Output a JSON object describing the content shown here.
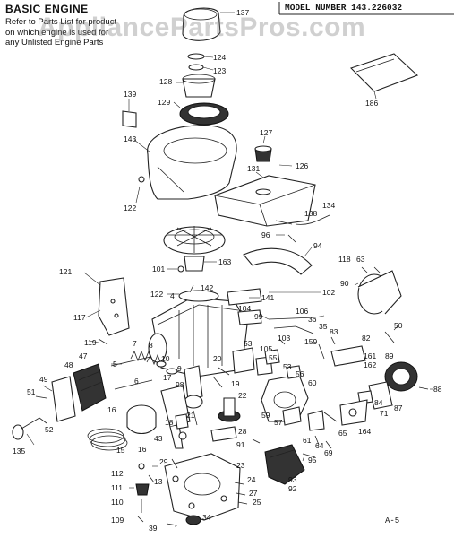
{
  "header": {
    "title": "BASIC ENGINE",
    "note_lines": [
      "Refer to Parts List for product",
      "on which engine is used for",
      "any Unlisted Engine Parts"
    ],
    "model": "MODEL NUMBER 143.226032"
  },
  "watermark": "AppliancePartsPros.com",
  "page_ref": "A-5",
  "callouts": [
    {
      "id": "137",
      "label": "137"
    },
    {
      "id": "124",
      "label": "124"
    },
    {
      "id": "123",
      "label": "123"
    },
    {
      "id": "128",
      "label": "128"
    },
    {
      "id": "129",
      "label": "129"
    },
    {
      "id": "139",
      "label": "139"
    },
    {
      "id": "143",
      "label": "143"
    },
    {
      "id": "122a",
      "label": "122"
    },
    {
      "id": "127",
      "label": "127"
    },
    {
      "id": "131",
      "label": "131"
    },
    {
      "id": "126",
      "label": "126"
    },
    {
      "id": "186",
      "label": "186"
    },
    {
      "id": "138",
      "label": "138"
    },
    {
      "id": "134",
      "label": "134"
    },
    {
      "id": "96",
      "label": "96"
    },
    {
      "id": "94",
      "label": "94"
    },
    {
      "id": "118",
      "label": "118"
    },
    {
      "id": "63",
      "label": "63"
    },
    {
      "id": "101",
      "label": "101"
    },
    {
      "id": "163",
      "label": "163"
    },
    {
      "id": "90",
      "label": "90"
    },
    {
      "id": "121",
      "label": "121"
    },
    {
      "id": "142",
      "label": "142"
    },
    {
      "id": "122b",
      "label": "122"
    },
    {
      "id": "4",
      "label": "4"
    },
    {
      "id": "141",
      "label": "141"
    },
    {
      "id": "102",
      "label": "102"
    },
    {
      "id": "117",
      "label": "117"
    },
    {
      "id": "104",
      "label": "104"
    },
    {
      "id": "99",
      "label": "99"
    },
    {
      "id": "106",
      "label": "106"
    },
    {
      "id": "36",
      "label": "36"
    },
    {
      "id": "35",
      "label": "35"
    },
    {
      "id": "50",
      "label": "50"
    },
    {
      "id": "103",
      "label": "103"
    },
    {
      "id": "119",
      "label": "119"
    },
    {
      "id": "83",
      "label": "83"
    },
    {
      "id": "159",
      "label": "159"
    },
    {
      "id": "82",
      "label": "82"
    },
    {
      "id": "7",
      "label": "7"
    },
    {
      "id": "8",
      "label": "8"
    },
    {
      "id": "53a",
      "label": "53"
    },
    {
      "id": "105",
      "label": "105"
    },
    {
      "id": "161",
      "label": "161"
    },
    {
      "id": "162",
      "label": "162"
    },
    {
      "id": "47",
      "label": "47"
    },
    {
      "id": "48",
      "label": "48"
    },
    {
      "id": "5",
      "label": "5"
    },
    {
      "id": "10",
      "label": "10"
    },
    {
      "id": "20",
      "label": "20"
    },
    {
      "id": "55",
      "label": "55"
    },
    {
      "id": "89",
      "label": "89"
    },
    {
      "id": "49",
      "label": "49"
    },
    {
      "id": "9",
      "label": "9"
    },
    {
      "id": "98",
      "label": "98"
    },
    {
      "id": "53b",
      "label": "53"
    },
    {
      "id": "56",
      "label": "56"
    },
    {
      "id": "88",
      "label": "88"
    },
    {
      "id": "6",
      "label": "6"
    },
    {
      "id": "17",
      "label": "17"
    },
    {
      "id": "19",
      "label": "19"
    },
    {
      "id": "60",
      "label": "60"
    },
    {
      "id": "51",
      "label": "51"
    },
    {
      "id": "22",
      "label": "22"
    },
    {
      "id": "84",
      "label": "84"
    },
    {
      "id": "16a",
      "label": "16"
    },
    {
      "id": "21",
      "label": "21"
    },
    {
      "id": "59",
      "label": "59"
    },
    {
      "id": "71",
      "label": "71"
    },
    {
      "id": "87",
      "label": "87"
    },
    {
      "id": "52",
      "label": "52"
    },
    {
      "id": "18",
      "label": "18"
    },
    {
      "id": "57",
      "label": "57"
    },
    {
      "id": "164",
      "label": "164"
    },
    {
      "id": "65",
      "label": "65"
    },
    {
      "id": "28",
      "label": "28"
    },
    {
      "id": "43",
      "label": "43"
    },
    {
      "id": "61",
      "label": "61"
    },
    {
      "id": "64",
      "label": "64"
    },
    {
      "id": "15",
      "label": "15"
    },
    {
      "id": "16b",
      "label": "16"
    },
    {
      "id": "91",
      "label": "91"
    },
    {
      "id": "69",
      "label": "69"
    },
    {
      "id": "135",
      "label": "135"
    },
    {
      "id": "95",
      "label": "95"
    },
    {
      "id": "29",
      "label": "29"
    },
    {
      "id": "23",
      "label": "23"
    },
    {
      "id": "112",
      "label": "112"
    },
    {
      "id": "13",
      "label": "13"
    },
    {
      "id": "24",
      "label": "24"
    },
    {
      "id": "93",
      "label": "93"
    },
    {
      "id": "111",
      "label": "111"
    },
    {
      "id": "92",
      "label": "92"
    },
    {
      "id": "27",
      "label": "27"
    },
    {
      "id": "110",
      "label": "110"
    },
    {
      "id": "25",
      "label": "25"
    },
    {
      "id": "109",
      "label": "109"
    },
    {
      "id": "39",
      "label": "39"
    },
    {
      "id": "34",
      "label": "34"
    }
  ]
}
